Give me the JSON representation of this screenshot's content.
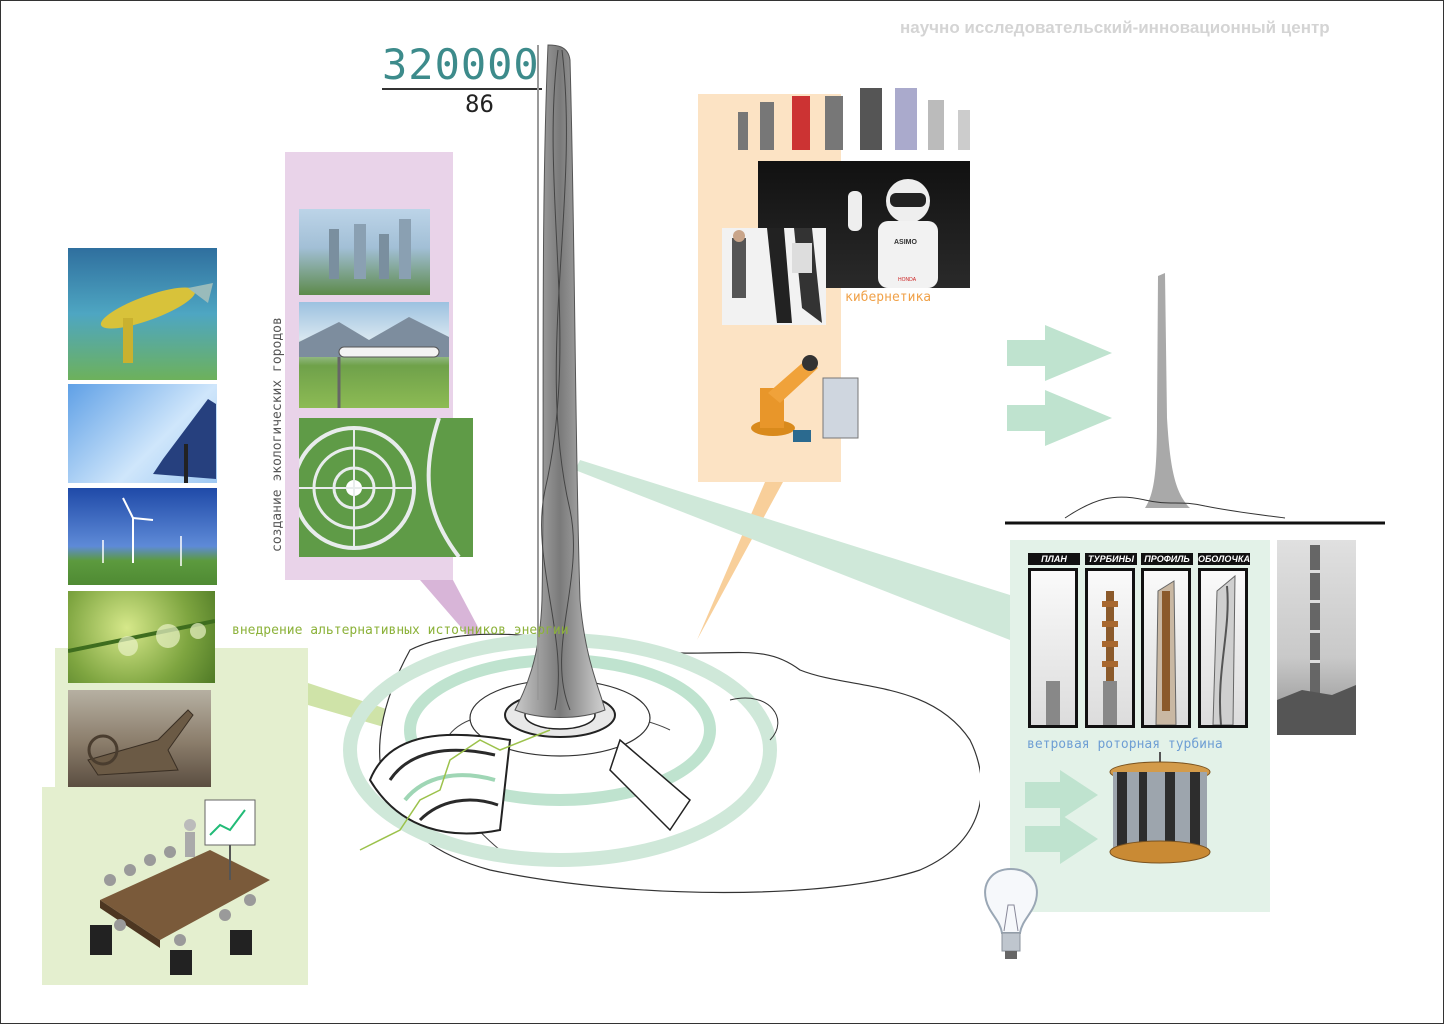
{
  "header": {
    "title": "научно исследовательский-инновационный центр"
  },
  "stats": {
    "primary": "320000",
    "secondary": "86"
  },
  "labels": {
    "eco_cities": "создание экологических городов",
    "cybernetics": "кибернетика",
    "alt_energy": "внедрение альтернативных источников энергии",
    "wind_turbine": "ветровая роторная турбина"
  },
  "turbine_panels": {
    "plan": "ПЛАН",
    "turbines": "ТУРБИНЫ",
    "profile": "ПРОФИЛЬ",
    "shell": "ОБОЛОЧКА"
  },
  "robot_photo": {
    "badge_text": "ASIMO",
    "brand_text": "HONDA"
  },
  "colors": {
    "green": "#8cb23a",
    "orange": "#f0a24a",
    "purple": "#d9b2d9",
    "mint": "#bfe3cf",
    "teal": "#3d8b8b",
    "blue": "#6f9fd4"
  }
}
